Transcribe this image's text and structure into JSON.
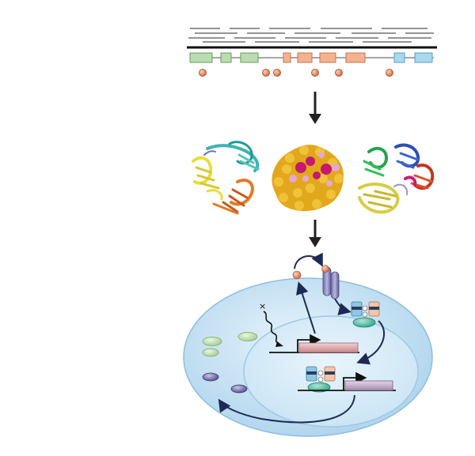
{
  "diagram": {
    "sections": [
      "genome-track",
      "protein-structures",
      "cell-signaling"
    ],
    "colors": {
      "exon_green": "#b9dcb0",
      "exon_orange": "#f3b391",
      "exon_blue": "#a9d9ee",
      "snp": "#e0784c",
      "cell_outer": "#bcdcf0",
      "nucleus": "#d6ebf7",
      "arrow_dark": "#1c2a55",
      "gene_bar": "#d9a3a8",
      "receptor": "#8e8cc0"
    },
    "icons": [
      "down-arrow-icon",
      "wavy-arrow-icon",
      "promoter-arrow-icon"
    ],
    "annotation_mark": "×"
  }
}
